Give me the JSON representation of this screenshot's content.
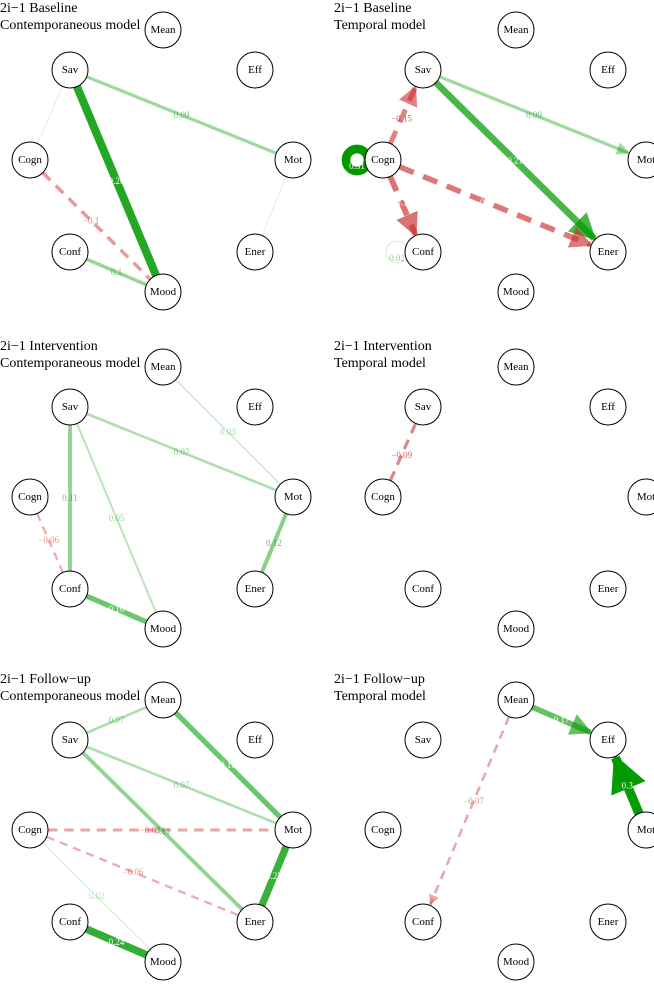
{
  "colors": {
    "positive": "#009900",
    "negative": "#cc3333",
    "negative_strong": "#b20000",
    "node_fill": "#ffffff",
    "node_stroke": "#000000"
  },
  "panels": [
    {
      "title_line1": "2i−1 Baseline",
      "title_line2": "Contemporaneous model",
      "directed": false,
      "nodes": [
        "Mean",
        "Sav",
        "Eff",
        "Cogn",
        "Mot",
        "Conf",
        "Ener",
        "Mood"
      ],
      "edges": [
        {
          "from": "Sav",
          "to": "Mood",
          "weight": 0.26,
          "label": "0.26"
        },
        {
          "from": "Sav",
          "to": "Mot",
          "weight": 0.09,
          "label": "0.09"
        },
        {
          "from": "Cogn",
          "to": "Mood",
          "weight": -0.1,
          "label": "−0.1"
        },
        {
          "from": "Conf",
          "to": "Mood",
          "weight": 0.1,
          "label": "0.1"
        },
        {
          "from": "Sav",
          "to": "Cogn",
          "weight": 0.01,
          "label": ""
        },
        {
          "from": "Mot",
          "to": "Ener",
          "weight": 0.01,
          "label": ""
        }
      ]
    },
    {
      "title_line1": "2i−1 Baseline",
      "title_line2": "Temporal model",
      "directed": true,
      "nodes": [
        "Mean",
        "Sav",
        "Eff",
        "Cogn",
        "Mot",
        "Conf",
        "Ener",
        "Mood"
      ],
      "edges": [
        {
          "from": "Cogn",
          "to": "Cogn",
          "weight": 0.31,
          "label": "0.31",
          "self": true
        },
        {
          "from": "Sav",
          "to": "Ener",
          "weight": 0.21,
          "label": "0.21"
        },
        {
          "from": "Sav",
          "to": "Mot",
          "weight": 0.09,
          "label": "0.09"
        },
        {
          "from": "Cogn",
          "to": "Sav",
          "weight": -0.15,
          "label": "−0.15"
        },
        {
          "from": "Cogn",
          "to": "Ener",
          "weight": -0.17,
          "label": "−0.17"
        },
        {
          "from": "Cogn",
          "to": "Conf",
          "weight": -0.18,
          "label": "−0.18"
        },
        {
          "from": "Conf",
          "to": "Conf",
          "weight": 0.02,
          "label": "0.02",
          "self": true
        }
      ]
    },
    {
      "title_line1": "2i−1 Intervention",
      "title_line2": "Contemporaneous model",
      "directed": false,
      "nodes": [
        "Mean",
        "Sav",
        "Eff",
        "Cogn",
        "Mot",
        "Conf",
        "Ener",
        "Mood"
      ],
      "edges": [
        {
          "from": "Sav",
          "to": "Conf",
          "weight": 0.11,
          "label": "0.11"
        },
        {
          "from": "Sav",
          "to": "Mot",
          "weight": 0.07,
          "label": "0.07"
        },
        {
          "from": "Sav",
          "to": "Mood",
          "weight": 0.05,
          "label": "0.05"
        },
        {
          "from": "Mean",
          "to": "Mot",
          "weight": 0.03,
          "label": "0.03"
        },
        {
          "from": "Mot",
          "to": "Ener",
          "weight": 0.12,
          "label": "0.12"
        },
        {
          "from": "Cogn",
          "to": "Conf",
          "weight": -0.06,
          "label": "−0.06"
        },
        {
          "from": "Conf",
          "to": "Mood",
          "weight": 0.16,
          "label": "0.16"
        }
      ]
    },
    {
      "title_line1": "2i−1 Intervention",
      "title_line2": "Temporal model",
      "directed": false,
      "nodes": [
        "Mean",
        "Sav",
        "Eff",
        "Cogn",
        "Mot",
        "Conf",
        "Ener",
        "Mood"
      ],
      "edges": [
        {
          "from": "Cogn",
          "to": "Sav",
          "weight": -0.09,
          "label": "−0.09",
          "dark": true
        }
      ]
    },
    {
      "title_line1": "2i−1 Follow−up",
      "title_line2": "Contemporaneous model",
      "directed": false,
      "nodes": [
        "Mean",
        "Sav",
        "Eff",
        "Cogn",
        "Mot",
        "Conf",
        "Ener",
        "Mood"
      ],
      "edges": [
        {
          "from": "Mean",
          "to": "Mot",
          "weight": 0.16,
          "label": "0.16"
        },
        {
          "from": "Sav",
          "to": "Mean",
          "weight": 0.07,
          "label": "0.07"
        },
        {
          "from": "Sav",
          "to": "Mot",
          "weight": 0.07,
          "label": "0.07"
        },
        {
          "from": "Sav",
          "to": "Ener",
          "weight": 0.11,
          "label": "0.11"
        },
        {
          "from": "Cogn",
          "to": "Mot",
          "weight": -0.08,
          "label": "−0.08"
        },
        {
          "from": "Cogn",
          "to": "Ener",
          "weight": -0.06,
          "label": "−0.06"
        },
        {
          "from": "Cogn",
          "to": "Mood",
          "weight": 0.02,
          "label": "0.02"
        },
        {
          "from": "Mot",
          "to": "Ener",
          "weight": 0.23,
          "label": "0.23"
        },
        {
          "from": "Conf",
          "to": "Mood",
          "weight": 0.24,
          "label": "0.24"
        }
      ]
    },
    {
      "title_line1": "2i−1 Follow−up",
      "title_line2": "Temporal model",
      "directed": true,
      "nodes": [
        "Mean",
        "Sav",
        "Eff",
        "Cogn",
        "Mot",
        "Conf",
        "Ener",
        "Mood"
      ],
      "edges": [
        {
          "from": "Mean",
          "to": "Eff",
          "weight": 0.17,
          "label": "0.17"
        },
        {
          "from": "Mot",
          "to": "Eff",
          "weight": 0.3,
          "label": "0.3"
        },
        {
          "from": "Mean",
          "to": "Conf",
          "weight": -0.07,
          "label": "−0.07"
        }
      ]
    }
  ]
}
